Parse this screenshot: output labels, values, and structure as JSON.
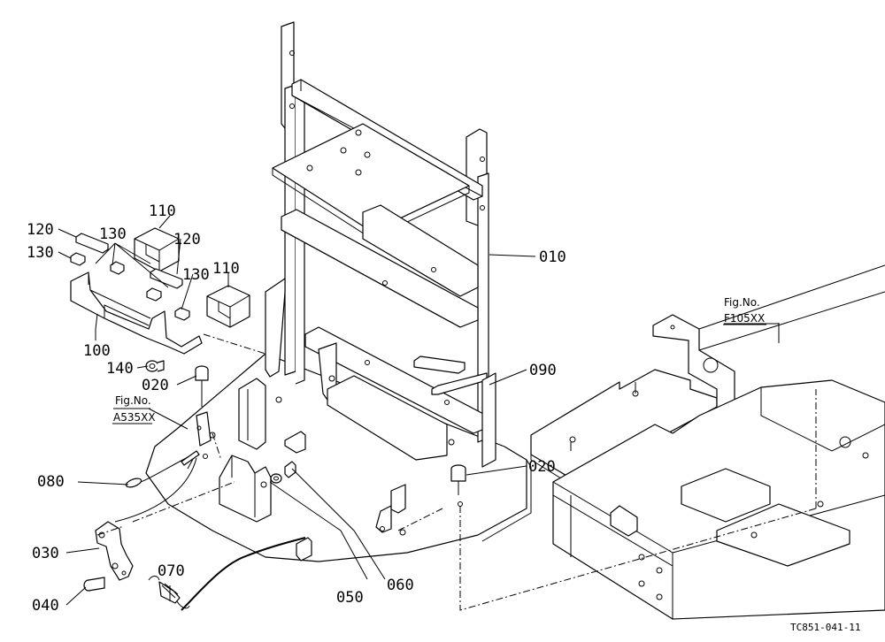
{
  "callouts": [
    "010",
    "020",
    "020",
    "030",
    "040",
    "050",
    "060",
    "070",
    "080",
    "090",
    "100",
    "110",
    "110",
    "120",
    "120",
    "130",
    "130",
    "130",
    "140"
  ],
  "fig_refs": [
    {
      "line1": "Fig.No.",
      "line2": "A535XX"
    },
    {
      "line1": "Fig.No.",
      "line2": "F105XX"
    }
  ],
  "drawing_code": "TC851-041-11"
}
